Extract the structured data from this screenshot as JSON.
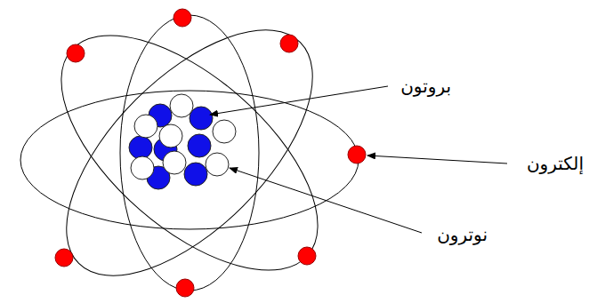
{
  "diagram": {
    "labels": [
      "بروتون",
      "إلكترون",
      "نوترون"
    ]
  }
}
